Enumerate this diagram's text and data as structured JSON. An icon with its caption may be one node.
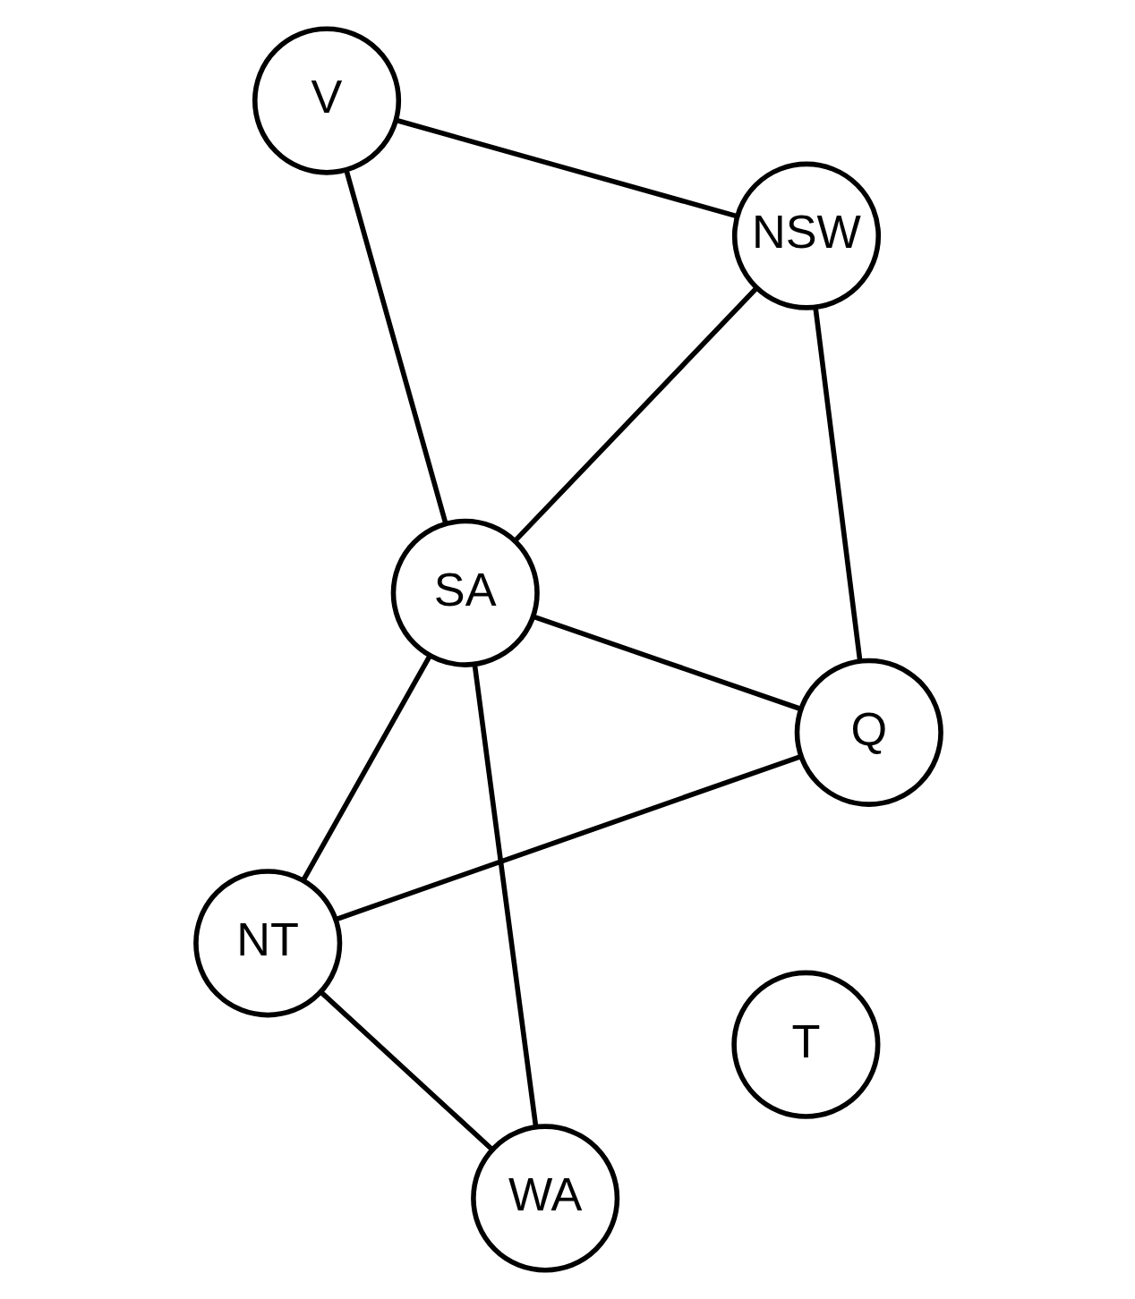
{
  "diagram": {
    "nodes": [
      {
        "text": [
          "NT"
        ]
      },
      {
        "text": [
          "Q"
        ]
      },
      {
        "text": [
          "WA"
        ]
      },
      {
        "text": [
          "SA"
        ]
      },
      {
        "text": [
          "NSW"
        ]
      },
      {
        "text": [
          "V"
        ]
      },
      {
        "text": [
          "T"
        ]
      }
    ],
    "edges": [
      {
        "from": 2,
        "to": 0,
        "arrow": "none"
      },
      {
        "from": 0,
        "to": 1,
        "arrow": "none"
      },
      {
        "from": 0,
        "to": 3,
        "arrow": "none"
      },
      {
        "from": 2,
        "to": 3,
        "arrow": "none"
      },
      {
        "from": 3,
        "to": 1,
        "arrow": "none"
      },
      {
        "from": 1,
        "to": 4,
        "arrow": "none"
      },
      {
        "from": 3,
        "to": 4,
        "arrow": "none"
      },
      {
        "from": 3,
        "to": 5,
        "arrow": "none"
      },
      {
        "from": 4,
        "to": 5,
        "arrow": "none"
      }
    ]
  }
}
